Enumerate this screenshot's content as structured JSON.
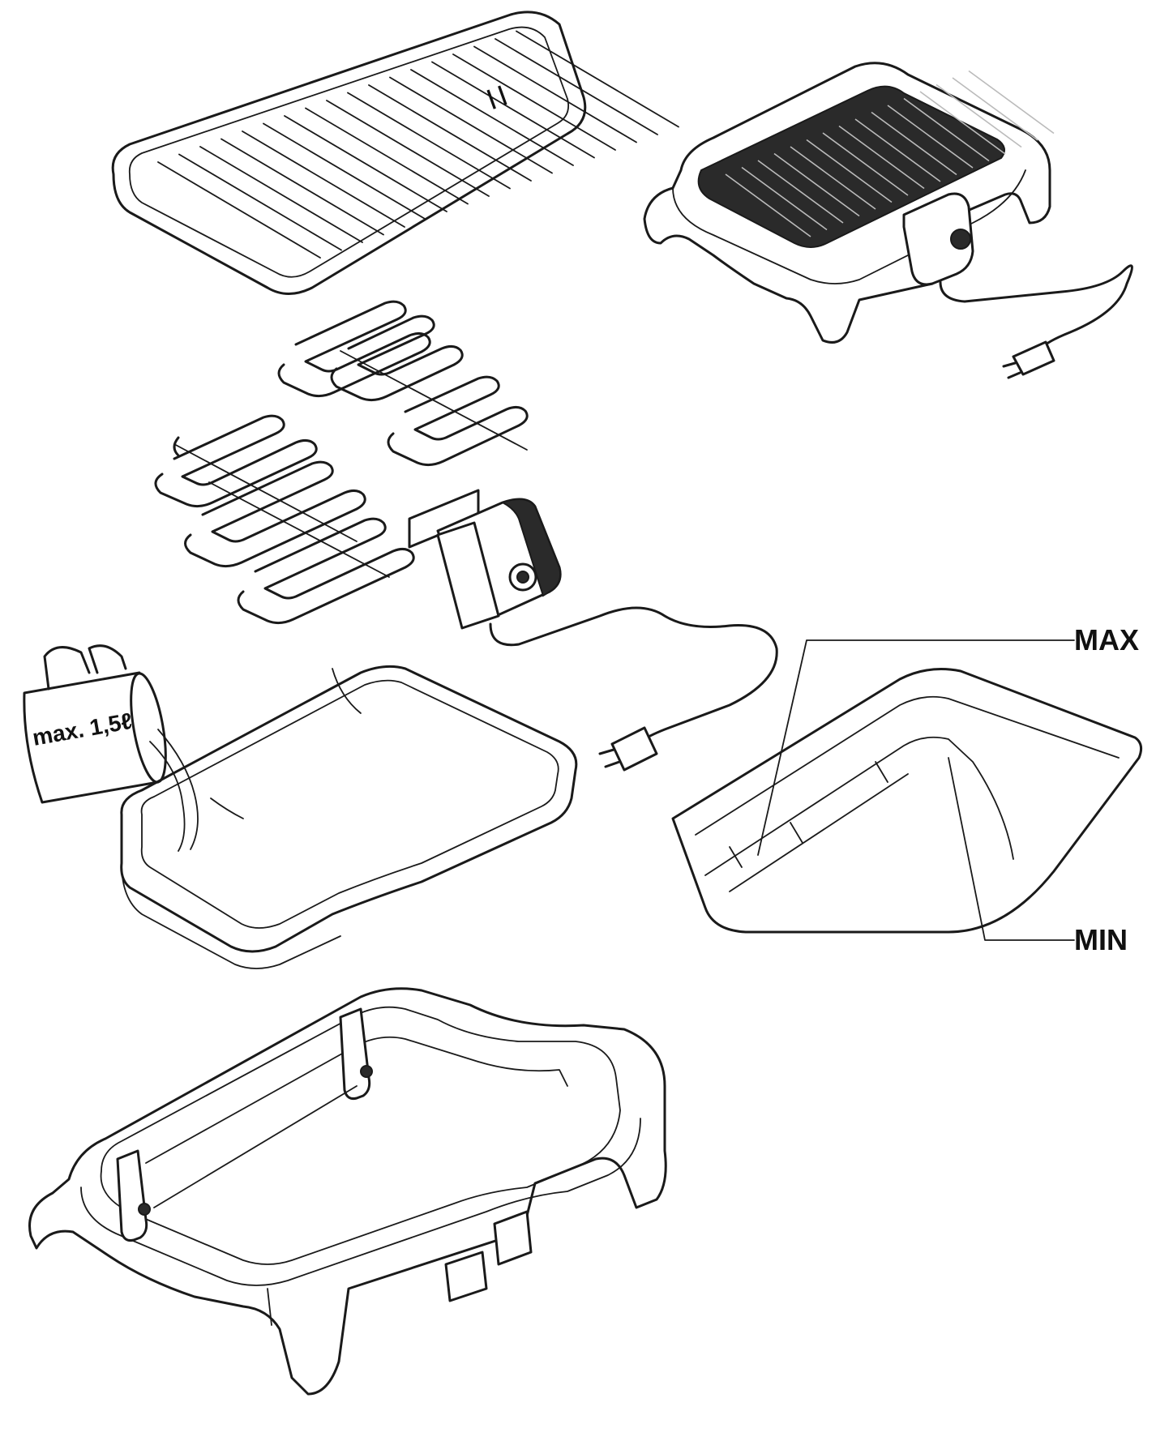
{
  "jug_label": "max. 1,5ℓ",
  "level_labels": {
    "max": "MAX",
    "min": "MIN"
  }
}
